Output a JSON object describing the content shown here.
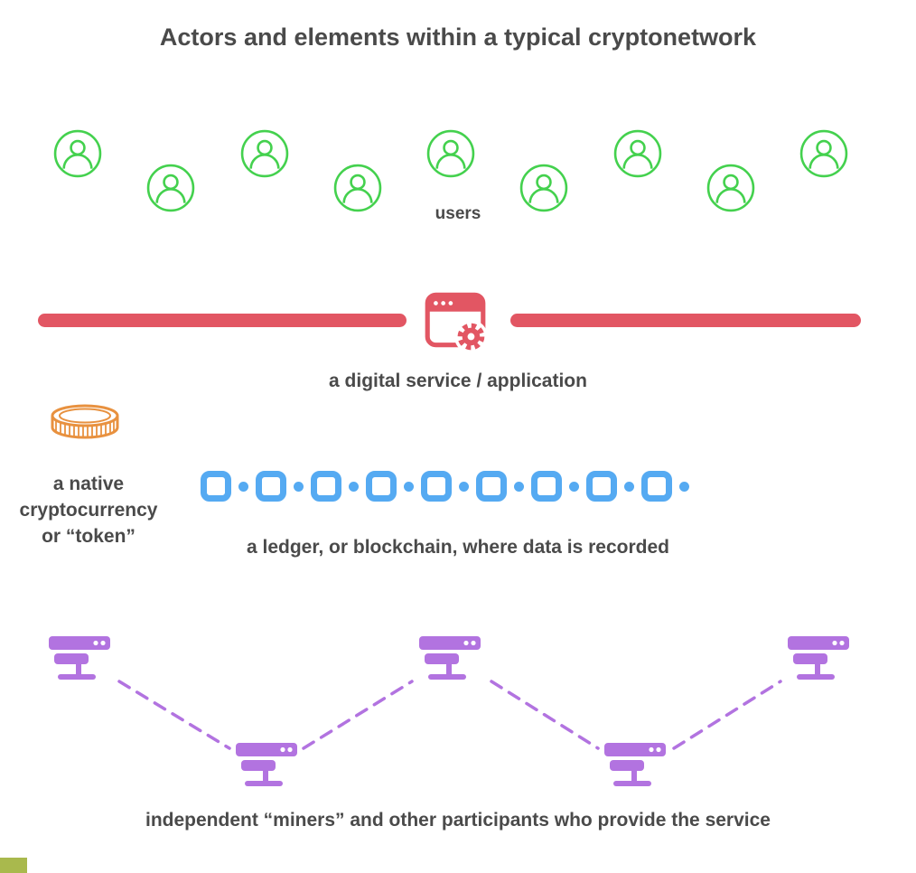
{
  "title": "Actors and elements within a typical cryptonetwork",
  "users": {
    "label": "users",
    "count": 9
  },
  "service": {
    "label": "a digital service / application"
  },
  "token": {
    "line1": "a native",
    "line2": "cryptocurrency",
    "line3": "or “token”"
  },
  "ledger": {
    "label": "a ledger, or blockchain, where data is recorded",
    "block_count": 9
  },
  "miners": {
    "label": "independent “miners” and other participants who provide the service",
    "server_count": 5
  },
  "colors": {
    "text_dark": "#4a4a4a",
    "users_green": "#44d14e",
    "service_red": "#e25663",
    "token_orange": "#e8913f",
    "ledger_blue": "#55aaf2",
    "miners_purple": "#b273e0",
    "corner_olive": "#a9b94d"
  }
}
